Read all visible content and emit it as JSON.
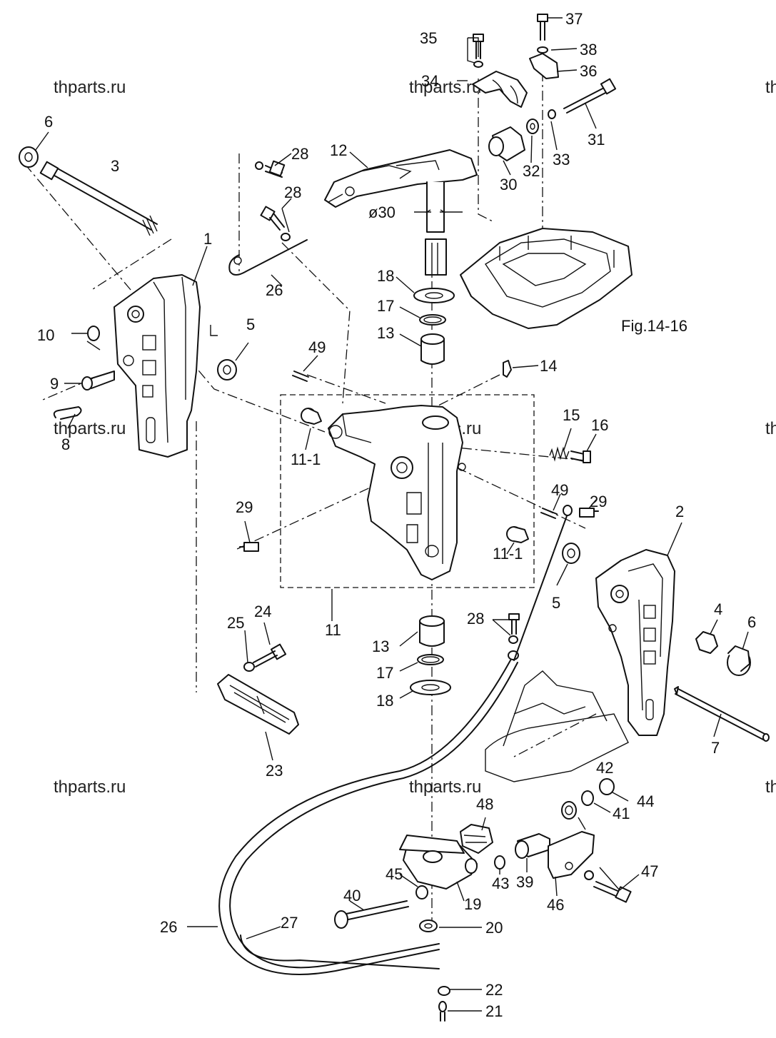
{
  "watermark": "thparts.ru",
  "figure_ref": "Fig.14-16",
  "dimension_label": "ø30",
  "callouts": {
    "c1": "1",
    "c2": "2",
    "c3": "3",
    "c4": "4",
    "c5a": "5",
    "c5b": "5",
    "c6a": "6",
    "c6b": "6",
    "c7": "7",
    "c8": "8",
    "c9": "9",
    "c10": "10",
    "c11": "11",
    "c11_1a": "11-1",
    "c11_1b": "11-1",
    "c12": "12",
    "c13a": "13",
    "c13b": "13",
    "c14": "14",
    "c15": "15",
    "c16": "16",
    "c17a": "17",
    "c17b": "17",
    "c18a": "18",
    "c18b": "18",
    "c19": "19",
    "c20": "20",
    "c21": "21",
    "c22": "22",
    "c23": "23",
    "c24": "24",
    "c25": "25",
    "c26a": "26",
    "c26b": "26",
    "c27": "27",
    "c28a": "28",
    "c28b": "28",
    "c28c": "28",
    "c29a": "29",
    "c29b": "29",
    "c30": "30",
    "c31": "31",
    "c32": "32",
    "c33": "33",
    "c34": "34",
    "c35": "35",
    "c36": "36",
    "c37": "37",
    "c38": "38",
    "c39": "39",
    "c40": "40",
    "c41": "41",
    "c42": "42",
    "c43": "43",
    "c44": "44",
    "c45": "45",
    "c46": "46",
    "c47": "47",
    "c48": "48",
    "c49a": "49",
    "c49b": "49"
  }
}
